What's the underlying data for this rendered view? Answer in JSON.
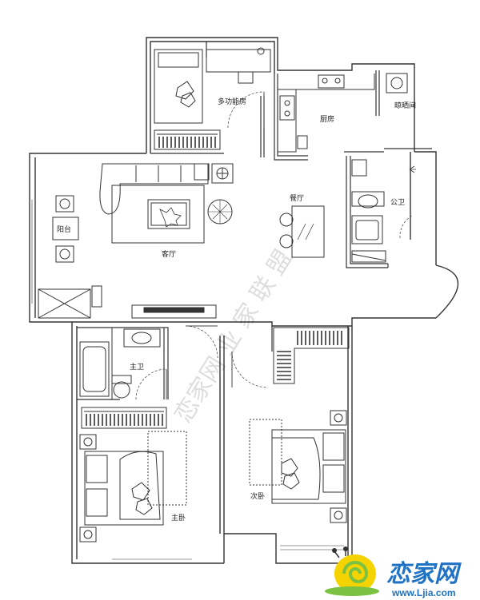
{
  "rooms": {
    "multi_room": "多功能房",
    "kitchen": "厨房",
    "drying_room": "晾晒间",
    "balcony": "阳台",
    "living_room": "客厅",
    "dining_room": "餐厅",
    "public_bath": "公卫",
    "master_bath": "主卫",
    "master_bedroom": "主卧",
    "second_bedroom": "次卧"
  },
  "watermark": "恋家网 业 家 联 盟",
  "logo": {
    "brand": "恋家网",
    "url": "www.Ljia.com"
  },
  "colors": {
    "wall": "#333333",
    "logo_blue": "#1f72c4",
    "logo_green": "#7cc242",
    "logo_yellow": "#f5d300"
  }
}
